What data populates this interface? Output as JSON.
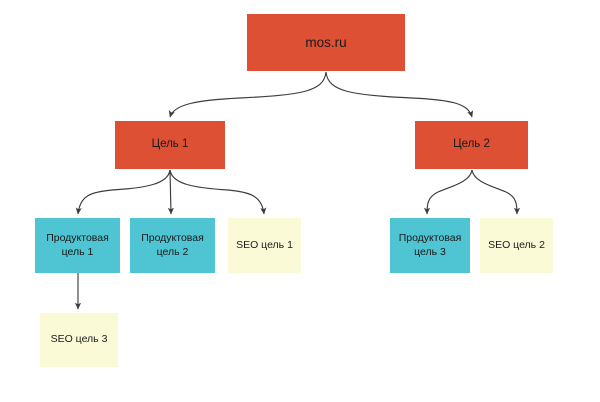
{
  "diagram": {
    "title": "mos.ru goal tree",
    "background_color": "#ffffff",
    "edge_color": "#3c3c3c",
    "colors": {
      "root": "#DD5033",
      "goal": "#DD5033",
      "product": "#4FC4D3",
      "seo": "#FAFAD7"
    },
    "nodes": {
      "root": {
        "label": "mos.ru"
      },
      "goal1": {
        "label": "Цель 1"
      },
      "goal2": {
        "label": "Цель 2"
      },
      "product1": {
        "label": "Продуктовая\nцель 1"
      },
      "product2": {
        "label": "Продуктовая\nцель 2"
      },
      "product3": {
        "label": "Продуктовая\nцель 3"
      },
      "seo1": {
        "label": "SEO цель 1"
      },
      "seo2": {
        "label": "SEO цель 2"
      },
      "seo3": {
        "label": "SEO цель 3"
      }
    }
  }
}
